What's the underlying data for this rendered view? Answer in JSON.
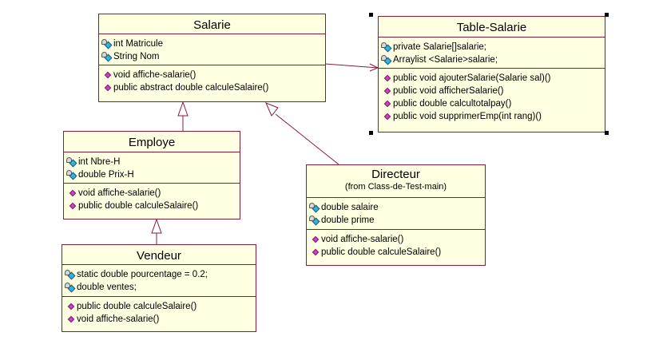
{
  "classes": {
    "salarie": {
      "name": "Salarie",
      "attributes": [
        "int Matricule",
        "String Nom"
      ],
      "operations": [
        "void affiche-salarie()",
        "public abstract double calculeSalaire()"
      ]
    },
    "table_salarie": {
      "name": "Table-Salarie",
      "attributes": [
        "private Salarie[]salarie;",
        "Arraylist <Salarie>salarie;"
      ],
      "operations": [
        "public void ajouterSalarie(Salarie sal)()",
        "public void afficherSalarie()",
        "public double calcultotalpay()",
        "public void supprimerEmp(int rang)()"
      ]
    },
    "employe": {
      "name": "Employe",
      "attributes": [
        "int Nbre-H",
        "double Prix-H"
      ],
      "operations": [
        "void affiche-salarie()",
        "public double calculeSalaire()"
      ]
    },
    "directeur": {
      "name": "Directeur",
      "package": "(from Class-de-Test-main)",
      "attributes": [
        "double salaire",
        "double prime"
      ],
      "operations": [
        "void affiche-salarie()",
        "public double calculeSalaire()"
      ]
    },
    "vendeur": {
      "name": "Vendeur",
      "attributes": [
        "static double pourcentage = 0.2;",
        "double ventes;"
      ],
      "operations": [
        "public double calculeSalaire()",
        "void affiche-salarie()"
      ]
    }
  },
  "colors": {
    "box_fill": "#ffffe1",
    "box_border": "#8b1a3a",
    "line": "#8b1a3a"
  }
}
